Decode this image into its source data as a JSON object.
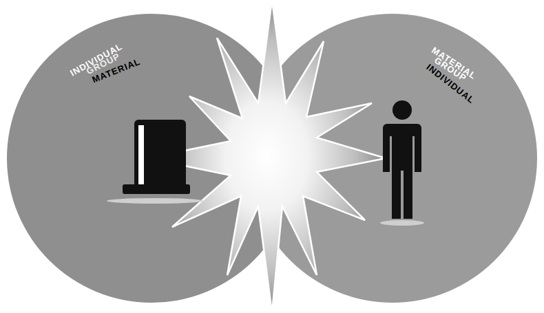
{
  "diagram": {
    "nodes": [
      {
        "text": [
          "INDIVIDUAL"
        ]
      },
      {
        "text": [
          "GROUP"
        ],
        "in": 0
      },
      {
        "text": [
          "MATERIAL"
        ],
        "in": 1
      },
      {
        "text": [
          "MATERIAL"
        ]
      },
      {
        "text": [
          "GROUP"
        ],
        "in": 3
      },
      {
        "text": [
          "INDIVIDUAL"
        ],
        "in": 4
      }
    ]
  }
}
